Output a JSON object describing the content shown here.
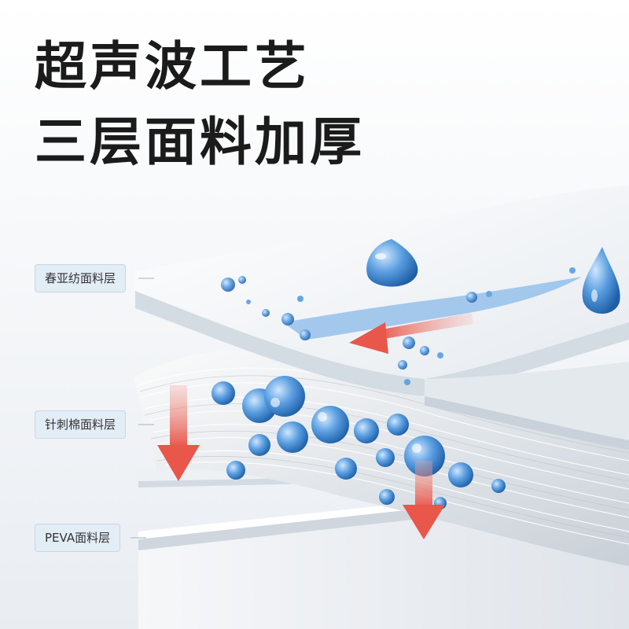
{
  "headline": {
    "line1": "超声波工艺",
    "line2": "三层面料加厚"
  },
  "layers": [
    {
      "label": "春亚纺面料层"
    },
    {
      "label": "针刺棉面料层"
    },
    {
      "label": "PEVA面料层"
    }
  ],
  "colors": {
    "headline_text": "#1b1b1b",
    "tag_bg": "#e3edf6",
    "water_blue": "#4f8fcf",
    "arrow_red": "#e8574a"
  }
}
